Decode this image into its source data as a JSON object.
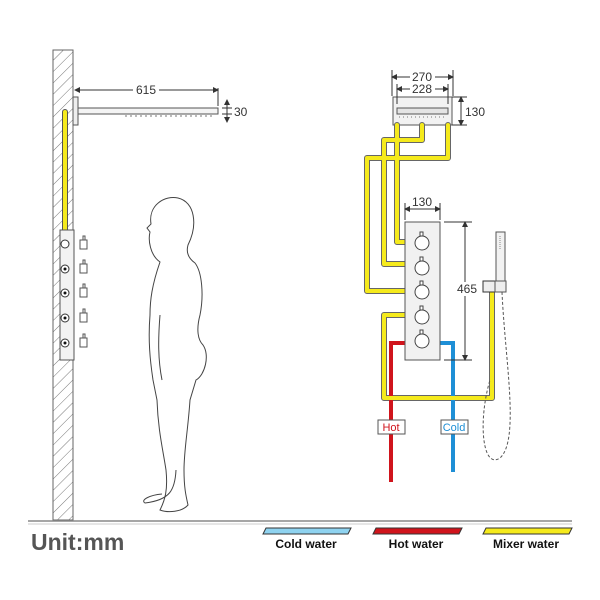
{
  "title": "Shower system installation diagram",
  "unit_label": "Unit:mm",
  "dimensions": {
    "arm_length": "615",
    "head_thickness": "30",
    "head_outer_width": "270",
    "head_inner_width": "228",
    "head_height": "130",
    "valve_width": "130",
    "valve_height": "465"
  },
  "pipe_labels": {
    "hot": "Hot",
    "cold": "Cold"
  },
  "legend": [
    {
      "label": "Cold water",
      "color": "#8fd3f0"
    },
    {
      "label": "Hot water",
      "color": "#d0141c"
    },
    {
      "label": "Mixer water",
      "color": "#f5ea1c"
    }
  ],
  "colors": {
    "hot": "#d0141c",
    "cold": "#1e8fd6",
    "mixer": "#f5ea1c",
    "outline": "#555555"
  }
}
